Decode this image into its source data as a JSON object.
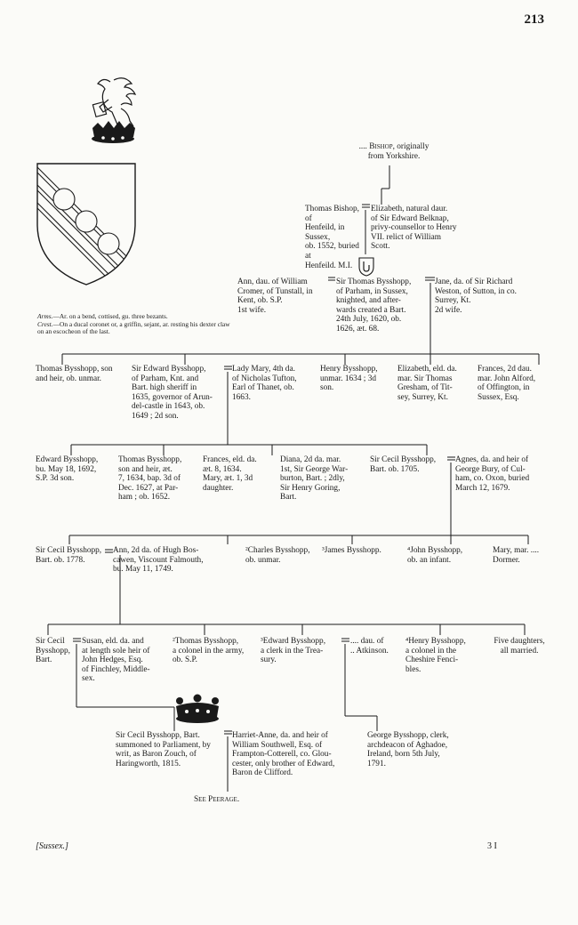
{
  "page_number": "213",
  "header": {
    "bishop_dots": "....",
    "bishop_name": "Bishop",
    "bishop_rest": ", originally\nfrom Yorkshire."
  },
  "gen1": {
    "thomas": "Thomas Bishop, of\nHenfeild, in Sussex,\nob. 1552, buried at\nHenfeild. M.I.",
    "elizabeth": "Elizabeth, natural daur.\nof Sir Edward Belknap,\nprivy-counsellor to Henry\nVII. relict of William\nScott."
  },
  "gen2": {
    "ann": "Ann, dau. of William\nCromer, of Tunstall, in\nKent, ob. S.P.\n1st wife.",
    "sir_thomas": "Sir Thomas Bysshopp,\nof Parham, in Sussex,\nknighted, and after-\nwards created a Bart.\n24th July, 1620, ob.\n1626, æt. 68.",
    "jane": "Jane, da. of Sir Richard\nWeston, of Sutton, in co.\nSurrey, Kt.\n2d wife."
  },
  "arms": {
    "arms_head": "Arms.",
    "arms_text": "—Ar. on a bend, cottised, gu. three bezants.",
    "crest_head": "Crest.",
    "crest_text": "—On a ducal coronet or, a griffin, sejant, ar. resting his dexter claw on an escocheon of the last."
  },
  "gen3": {
    "thomas_son": "Thomas Bysshopp, son\nand heir, ob. unmar.",
    "sir_edward": "Sir Edward Bysshopp,\nof Parham, Knt. and\nBart. high sheriff in\n1635, governor of Arun-\ndel-castle in 1643, ob.\n1649 ; 2d son.",
    "lady_mary": "Lady Mary, 4th da.\nof Nicholas Tufton,\nEarl of Thanet, ob.\n1663.",
    "henry": "Henry Bysshopp,\nunmar. 1634 ; 3d\nson.",
    "elizabeth": "Elizabeth, eld. da.\nmar. Sir Thomas\nGresham, of Tit-\nsey, Surrey, Kt.",
    "frances": "Frances, 2d dau.\nmar. John Alford,\nof Offington, in\nSussex, Esq."
  },
  "gen4": {
    "edward": "Edward Bysshopp,\nbu. May 18, 1692,\nS.P. 3d son.",
    "thomas": "Thomas Bysshopp,\nson and heir, æt.\n7, 1634, bap. 3d of\nDec. 1627, at Par-\nham ; ob. 1652.",
    "frances": "Frances, eld. da.\næt. 8, 1634.\nMary, æt. 1, 3d\ndaughter.",
    "diana": "Diana, 2d da. mar.\n1st, Sir George War-\nburton, Bart. ; 2dly,\nSir Henry Goring,\nBart.",
    "sir_cecil": "Sir Cecil Bysshopp,\nBart. ob. 1705.",
    "agnes": "Agnes, da. and heir of\nGeorge Bury, of Cul-\nham, co. Oxon, buried\nMarch 12, 1679."
  },
  "gen5": {
    "sir_cecil": "Sir Cecil Bysshopp,\nBart. ob. 1778.",
    "ann": "Ann, 2d da. of Hugh Bos-\ncawen, Viscount Falmouth,\nbu. May 11, 1749.",
    "charles": "²Charles Bysshopp,\nob. unmar.",
    "james": "³James Bysshopp.",
    "john": "⁴John Bysshopp,\nob. an infant.",
    "mary": "Mary, mar. ....\nDormer."
  },
  "gen6": {
    "sir_cecil": "Sir Cecil\nBysshopp,\nBart.",
    "susan": "Susan, eld. da. and\nat length sole heir of\nJohn Hedges, Esq.\nof Finchley, Middle-\nsex.",
    "thomas": "²Thomas Bysshopp,\na colonel in the army,\nob. S.P.",
    "edward": "³Edward Bysshopp,\na clerk in the Trea-\nsury.",
    "atkinson": ".... dau. of\n.. Atkinson.",
    "henry": "⁴Henry Bysshopp,\na colonel in the\nCheshire Fenci-\nbles.",
    "five_daughters": "Five daughters,\nall married."
  },
  "gen7": {
    "sir_cecil": "Sir Cecil Bysshopp, Bart.\nsummoned to Parliament, by\nwrit, as Baron Zouch, of\nHaringworth, 1815.",
    "harriet": "Harriet-Anne, da. and heir of\nWilliam Southwell, Esq. of\nFrampton-Cotterell, co. Glou-\ncester, only brother of Edward,\nBaron de Clifford.",
    "george": "George Bysshopp, clerk,\narchdeacon of Aghadoe,\nIreland, born 5th July,\n1791."
  },
  "see_peerage": "See Peerage.",
  "footer": {
    "left": "[Sussex.]",
    "right": "3 I"
  }
}
